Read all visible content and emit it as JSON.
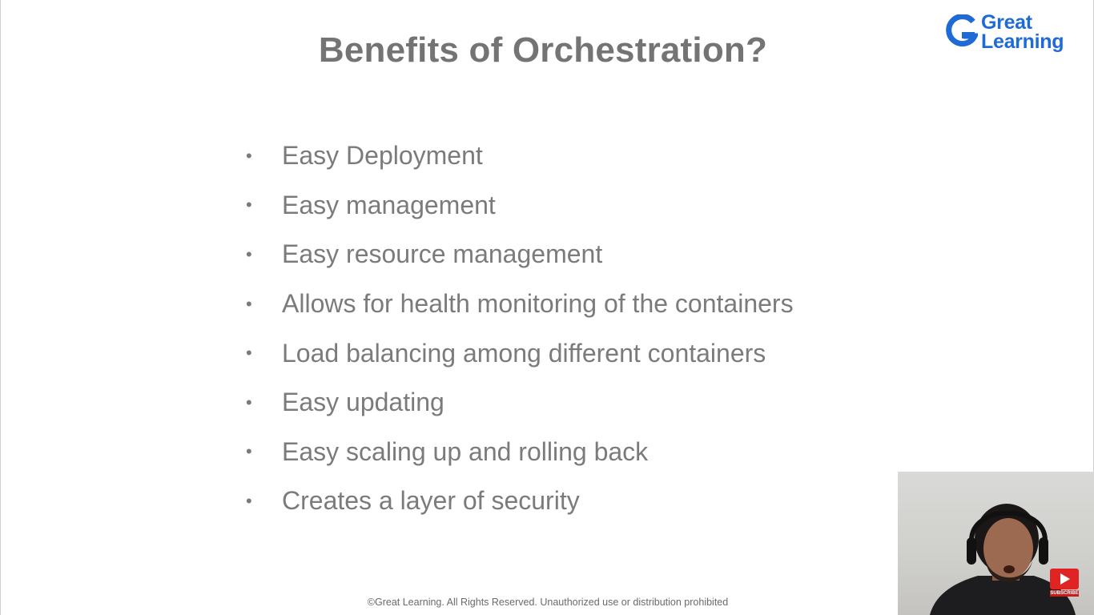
{
  "slide": {
    "title": "Benefits of Orchestration?",
    "bullet_symbol": "•",
    "bullets": [
      "Easy Deployment",
      "Easy management",
      "Easy resource management",
      "Allows for health monitoring of the containers",
      "Load balancing among different containers",
      "Easy updating",
      "Easy scaling up and rolling back",
      "Creates a layer of security"
    ],
    "footer": "©Great Learning. All Rights Reserved. Unauthorized use or distribution prohibited"
  },
  "logo": {
    "line1": "Great",
    "line2": "Learning",
    "icon": "great-learning-g-icon",
    "color": "#1f6bd6"
  },
  "webcam": {
    "subscribe_label": "SUBSCRIBE",
    "subscribe_icon": "youtube-play-icon"
  },
  "colors": {
    "title": "#747474",
    "bullet_text": "#7b7b7b",
    "subscribe_red": "#e02424"
  }
}
